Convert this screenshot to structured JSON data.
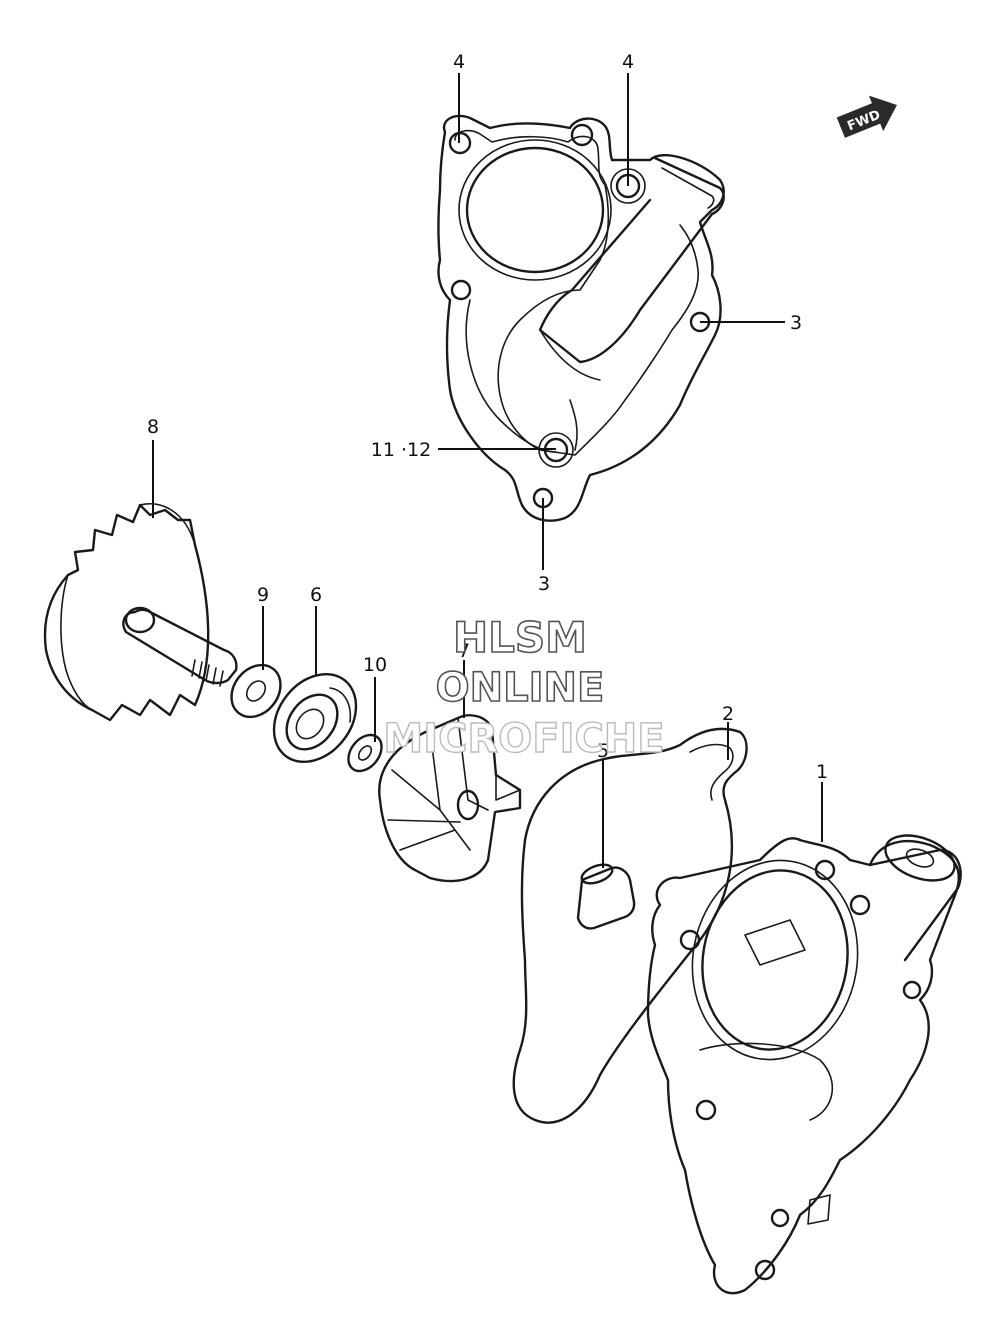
{
  "callouts": {
    "c1": "1",
    "c2": "2",
    "c3a": "3",
    "c3b": "3",
    "c4a": "4",
    "c4b": "4",
    "c5": "5",
    "c6": "6",
    "c7": "7",
    "c8": "8",
    "c9": "9",
    "c10": "10",
    "c11_12": "11 ·12"
  },
  "direction_badge": {
    "label": "FWD"
  },
  "watermark": {
    "line1": "HLSM",
    "line2": "ONLINE",
    "line3": "MICROFICHE"
  },
  "colors": {
    "ink": "#1a1a1a",
    "background": "#ffffff",
    "badge": "#2a2a2a"
  }
}
